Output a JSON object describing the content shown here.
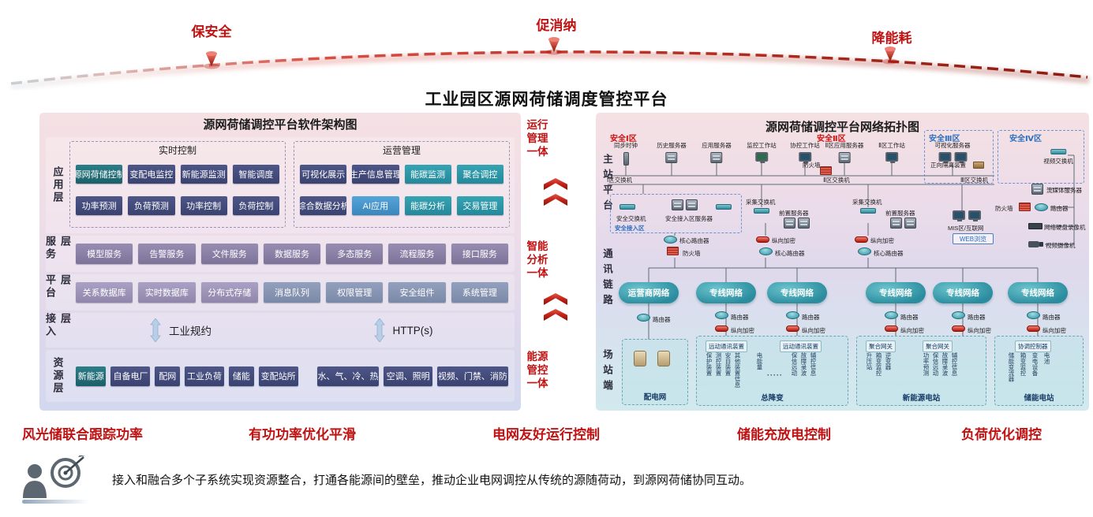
{
  "arc": {
    "pins": [
      "保安全",
      "促消纳",
      "降能耗"
    ]
  },
  "main_title": "工业园区源网荷储调度管控平台",
  "left_panel": {
    "title": "源网荷储调控平台软件架构图",
    "app_layer": {
      "label": "应用层",
      "groups": [
        {
          "title": "实时控制",
          "rows": [
            [
              "源网荷储控制",
              "变配电监控",
              "新能源监测",
              "智能调度"
            ],
            [
              "功率预测",
              "负荷预测",
              "功率控制",
              "负荷控制"
            ]
          ]
        },
        {
          "title": "运营管理",
          "rows": [
            [
              "可视化展示",
              "生产信息管理",
              "能碳监测",
              "聚合调控"
            ],
            [
              "综合数据分析",
              "AI应用",
              "能碳分析",
              "交易管理"
            ]
          ]
        }
      ]
    },
    "service_layer": {
      "label": "服务层",
      "items": [
        "模型服务",
        "告警服务",
        "文件服务",
        "数据服务",
        "多态服务",
        "流程服务",
        "接口服务"
      ]
    },
    "platform_layer": {
      "label": "平台层",
      "items": [
        "关系数据库",
        "实时数据库",
        "分布式存储",
        "消息队列",
        "权限管理",
        "安全组件",
        "系统管理"
      ]
    },
    "access_layer": {
      "label": "接入层",
      "items": [
        "工业规约",
        "HTTP(s)"
      ]
    },
    "resource_layer": {
      "label": "资源层",
      "items": [
        "新能源",
        "自备电厂",
        "配网",
        "工业负荷",
        "储能",
        "变配站所",
        "水、气、冷、热",
        "空调、照明",
        "视频、门禁、消防"
      ]
    }
  },
  "middle": {
    "labels": [
      "运行管理一体",
      "智能分析一体",
      "能源管控一体"
    ]
  },
  "right_panel": {
    "title": "源网荷储调控平台网络拓扑图",
    "side_labels": [
      "主站平台",
      "通讯链路",
      "场站端"
    ],
    "zones": [
      "安全Ⅰ区",
      "安全Ⅱ区",
      "安全Ⅲ区",
      "安全Ⅳ区"
    ],
    "zone1_devices": [
      "同步时钟",
      "历史服务器",
      "应用服务器",
      "监控工作站",
      "协控工作站"
    ],
    "zone2_devices": [
      "Ⅱ区应用服务器",
      "Ⅱ区工作站"
    ],
    "zone3_devices": [
      "可视化服务器"
    ],
    "net": {
      "switch1": "Ⅰ区交换机",
      "firewall_top": "防火墙",
      "switch2": "Ⅱ区交换机",
      "isolation": "正向隔离装置",
      "switch3": "Ⅲ区交换机",
      "video_switch": "视频交换机",
      "secure_zone": "安全接入区",
      "secure_switch": "安全交换机",
      "secure_server": "安全接入区服务器",
      "collect_switch1": "采集交换机",
      "front_server1": "前置服务器",
      "collect_switch2": "采集交换机",
      "front_server2": "前置服务器",
      "core_router1": "核心路由器",
      "firewall_mid": "防火墙",
      "encrypt1": "纵向加密",
      "core_router2": "核心路由器",
      "encrypt2": "纵向加密",
      "core_router3": "核心路由器",
      "mis_internet": "MIS区/互联网",
      "web_browse": "WEB浏览",
      "media_server": "流媒体服务器",
      "firewall_right": "防火墙",
      "router_right": "路由器",
      "nvr": "网络硬盘录像机",
      "camera": "视频摄像机"
    },
    "clouds": [
      "运营商网络",
      "专线网络",
      "专线网络",
      "专线网络",
      "专线网络",
      "专线网络"
    ],
    "link_router": "路由器",
    "link_encrypt": "纵向加密",
    "stations": {
      "s1": {
        "name": "配电网"
      },
      "s2": {
        "name": "总降变",
        "gateways": [
          "远动通讯装置",
          "远动通讯装置"
        ],
        "cols_a": [
          "保护装置",
          "测控装置",
          "安自装置",
          "其他装置信息"
        ],
        "col_energy": "电能量",
        "dots": "·····",
        "cols_b": [
          "保信远动",
          "故障录波",
          "辅控信息"
        ]
      },
      "s3": {
        "name": "新能源电站",
        "gateways": [
          "聚合网关",
          "聚合网关"
        ],
        "cols_a": [
          "升压站",
          "箱变监控",
          "逆变器"
        ],
        "cols_b": [
          "功率预测",
          "保信远动",
          "故障录波",
          "辅控信息"
        ]
      },
      "s4": {
        "name": "储能电站",
        "gateways": [
          "协调控制器"
        ],
        "cols_a": [
          "储能变流器",
          "箱变监控",
          "变电设备",
          "电池"
        ]
      }
    }
  },
  "bottom_labels": [
    "风光储联合跟踪功率",
    "有功功率优化平滑",
    "电网友好运行控制",
    "储能充放电控制",
    "负荷优化调控"
  ],
  "footer": {
    "text": "接入和融合多个子系统实现资源整合，打通各能源间的壁垒，推动企业电网调控从传统的源随荷动，到源网荷储协同互动。"
  },
  "colors": {
    "accent_red": "#c01212",
    "teal": "#2e96a8",
    "indigo": "#414a7d"
  }
}
